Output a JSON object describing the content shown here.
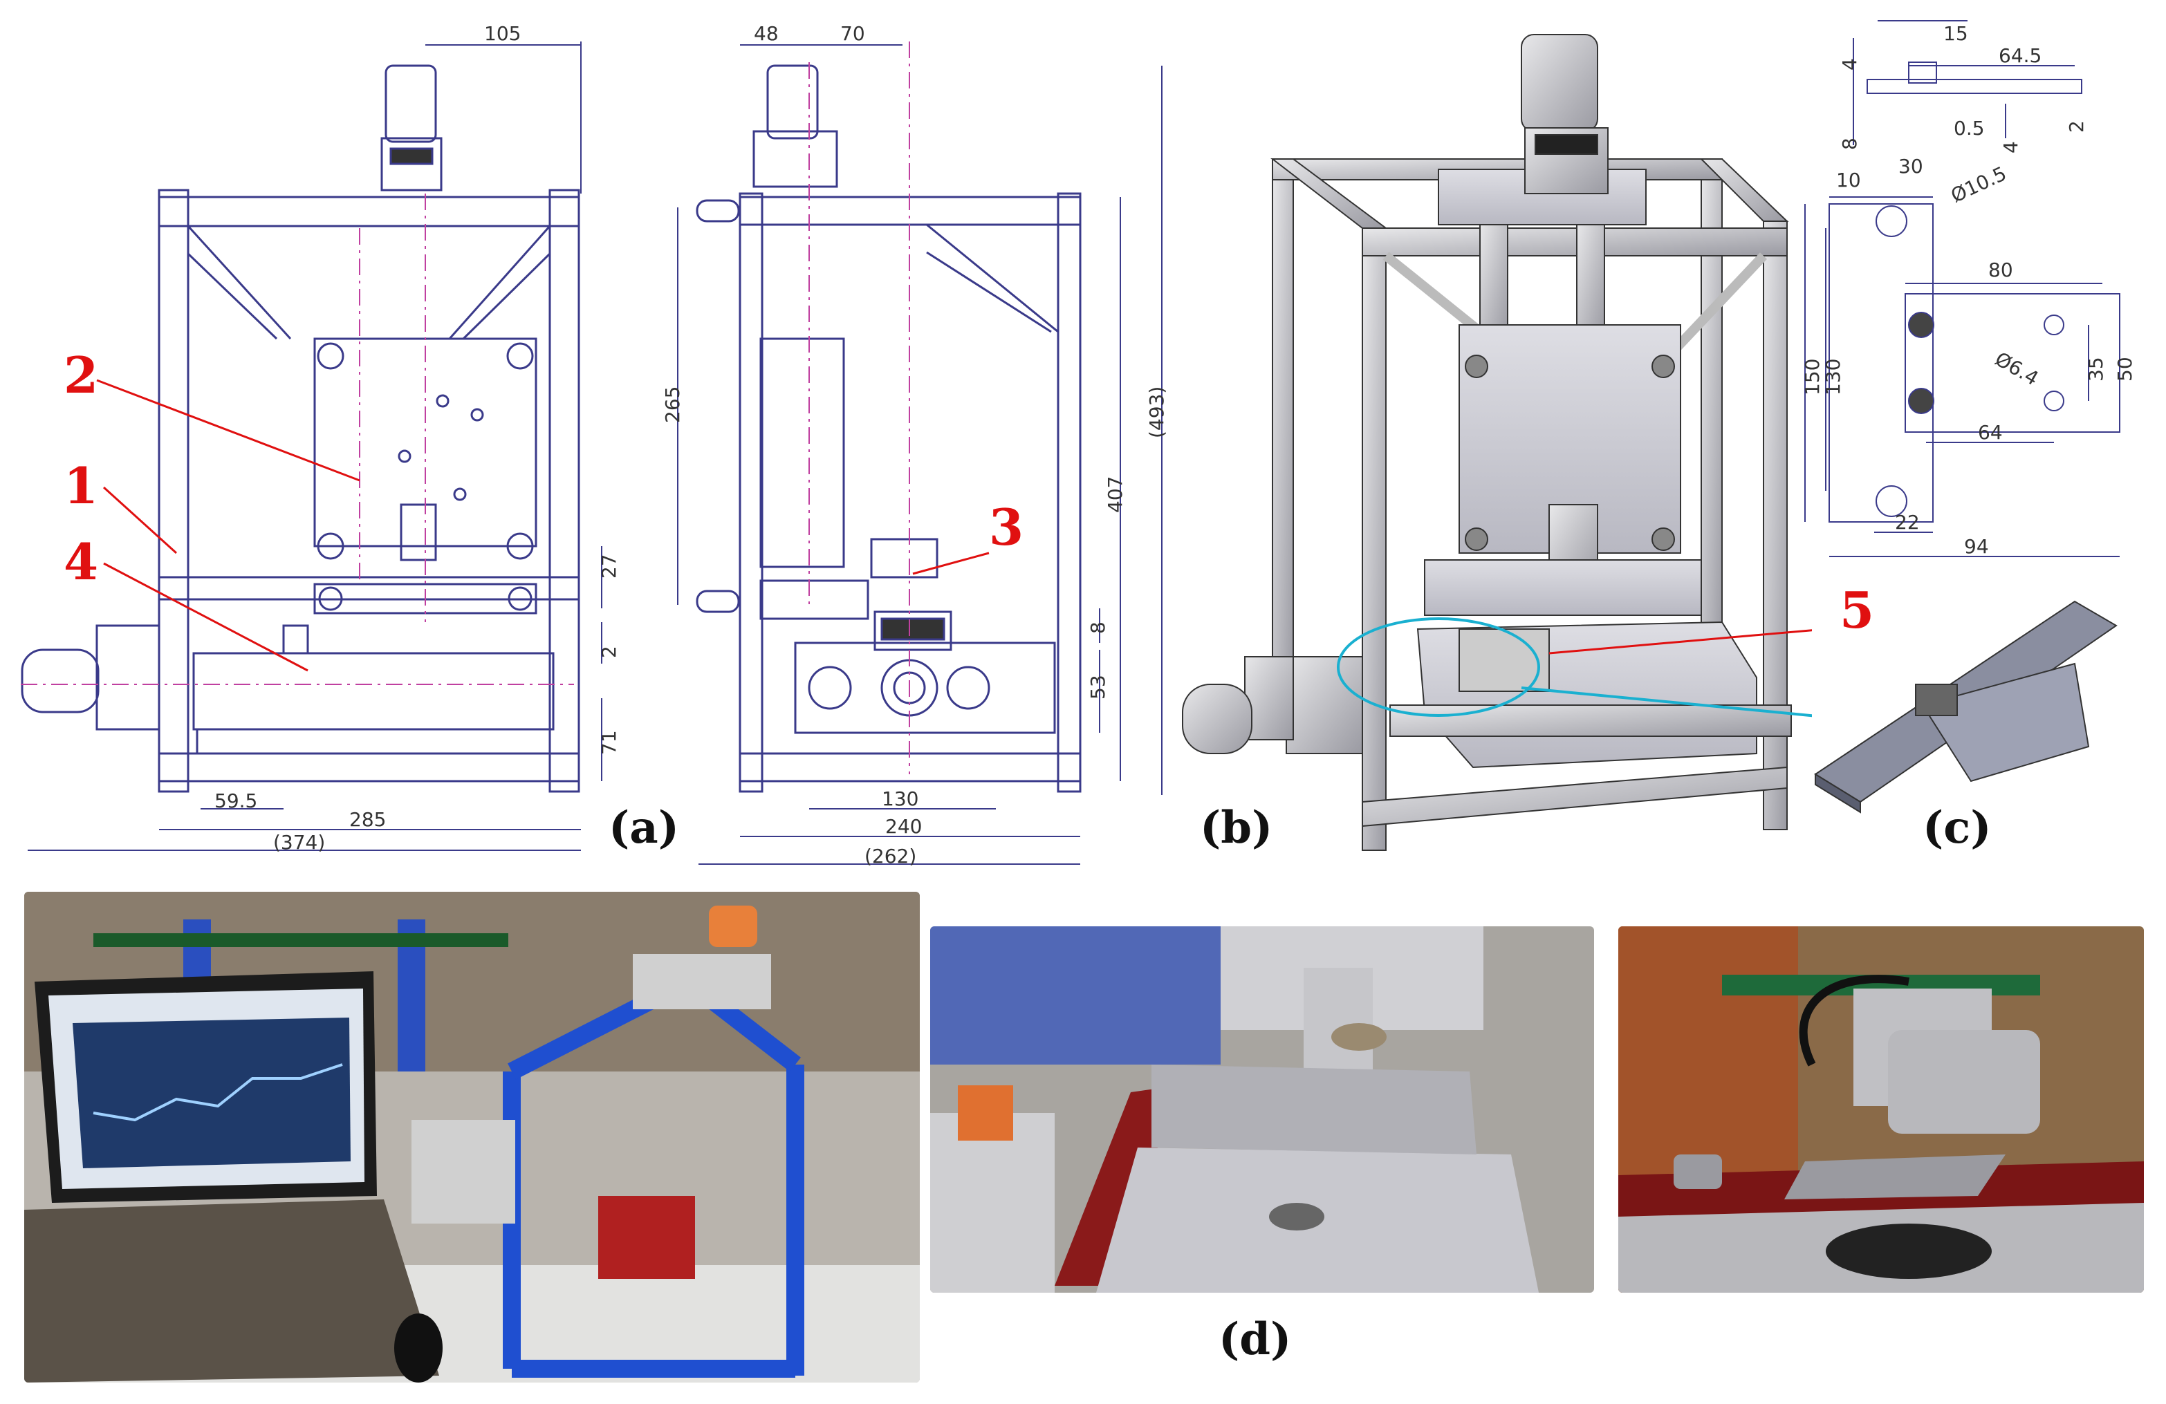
{
  "panels": {
    "a_label": "(a)",
    "b_label": "(b)",
    "c_label": "(c)",
    "d_label": "(d)"
  },
  "callouts": {
    "c1": "1",
    "c2": "2",
    "c3": "3",
    "c4": "4",
    "c5": "5"
  },
  "dimensions_front": {
    "d105": "105",
    "d27": "27",
    "d2": "2",
    "d71": "71",
    "d59_5": "59.5",
    "d285": "285",
    "d374": "(374)"
  },
  "dimensions_side": {
    "d48": "48",
    "d70": "70",
    "d265": "265",
    "d407": "407",
    "d493": "(493)",
    "d8": "8",
    "d53": "53",
    "d130": "130",
    "d240": "240",
    "d262": "(262)"
  },
  "dimensions_part": {
    "d4": "4",
    "d15": "15",
    "d64_5": "64.5",
    "d8": "8",
    "d0_5": "0.5",
    "d4b": "4",
    "d2": "2",
    "d10": "10",
    "d30": "30",
    "d10_5": "Ø10.5",
    "d80": "80",
    "d150": "150",
    "d130": "130",
    "d35": "35",
    "d50": "50",
    "d6_4": "Ø6.4",
    "d64": "64",
    "d22": "22",
    "d94": "94"
  },
  "colors": {
    "callout": "#e01010",
    "frame_blue": "#1f4fd0",
    "drawing_line": "#3a3a8a",
    "centerline": "#c040a0",
    "leader_cyan": "#1ab0d0"
  }
}
